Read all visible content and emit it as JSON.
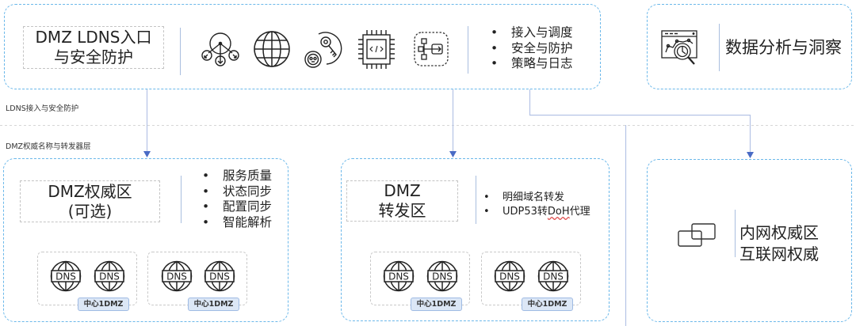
{
  "diagram": {
    "colors": {
      "panel_border": "#6bb8ea",
      "connector": "#b4c3e6",
      "arrow_head": "#4a6bc5",
      "badge_fill": "#dce7f6",
      "badge_border": "#9fbbe4"
    },
    "layers": {
      "top_label": "LDNS接入与安全防护",
      "bottom_label": "DMZ权威名称与转发器层"
    },
    "entry_panel": {
      "title_line1": "DMZ LDNS入口",
      "title_line2": "与安全防护",
      "icons": [
        "load-balance-icon",
        "globe-icon",
        "security-key-icon",
        "chip-code-icon",
        "flow-routing-icon"
      ],
      "bullets": [
        "接入与调度",
        "安全与防护",
        "策略与日志"
      ]
    },
    "analytics_panel": {
      "icon": "data-analysis-icon",
      "title": "数据分析与洞察"
    },
    "authority_panel": {
      "title_line1": "DMZ权威区",
      "title_line2": "(可选)",
      "bullets": [
        "服务质量",
        "状态同步",
        "配置同步",
        "智能解析"
      ],
      "groups": [
        {
          "servers": [
            "DNS",
            "DNS"
          ],
          "badge": "中心1DMZ"
        },
        {
          "servers": [
            "DNS",
            "DNS"
          ],
          "badge": "中心1DMZ"
        }
      ]
    },
    "forward_panel": {
      "title_line1": "DMZ",
      "title_line2": "转发区",
      "bullets": [
        "明细域名转发"
      ],
      "bullet2_prefix": "UDP53转",
      "bullet2_flagged": "DoH",
      "bullet2_suffix": "代理",
      "groups": [
        {
          "servers": [
            "DNS",
            "DNS"
          ],
          "badge": "中心1DMZ"
        },
        {
          "servers": [
            "DNS",
            "DNS"
          ],
          "badge": "中心1DMZ"
        }
      ]
    },
    "intranet_panel": {
      "icon": "overlapping-windows-icon",
      "title_line1": "内网权威区",
      "title_line2": "互联网权威"
    }
  }
}
